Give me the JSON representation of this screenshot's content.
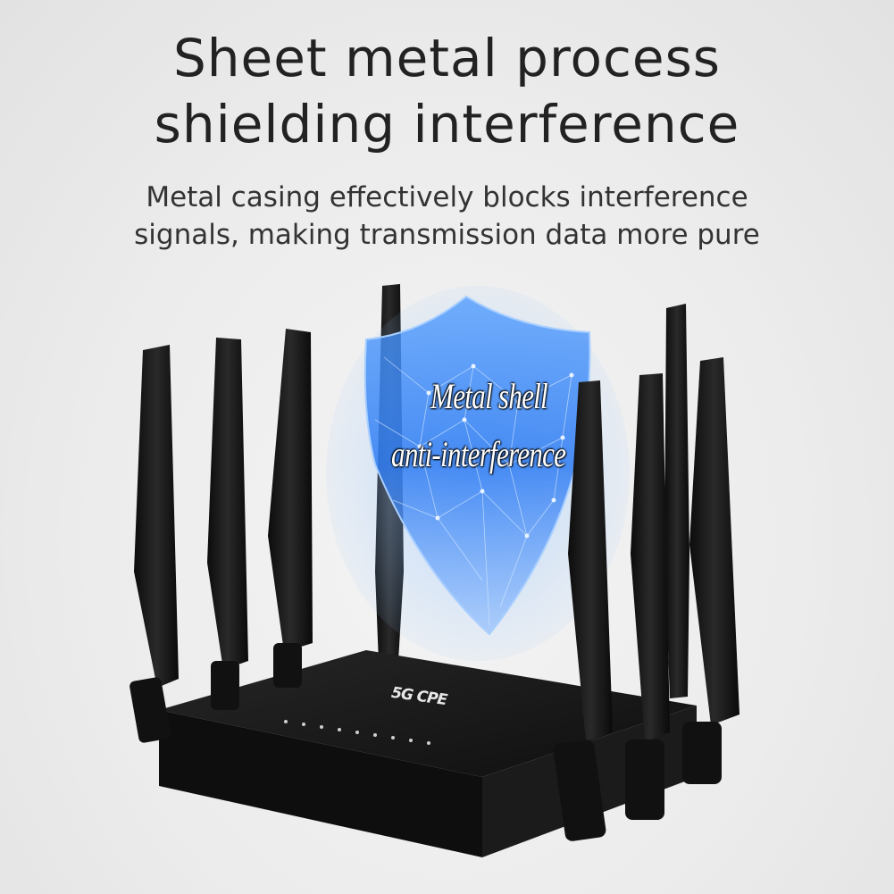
{
  "headline": {
    "line1": "Sheet metal process",
    "line2": "shielding interference"
  },
  "subtitle": {
    "line1": "Metal casing effectively blocks interference",
    "line2": "signals, making transmission data more pure"
  },
  "shield": {
    "line1": "Metal shell",
    "line2": "anti-interference",
    "color": "#3a8cff"
  },
  "router": {
    "brand_label": "5G CPE",
    "body_color": "#141414",
    "antenna_count": 8
  }
}
